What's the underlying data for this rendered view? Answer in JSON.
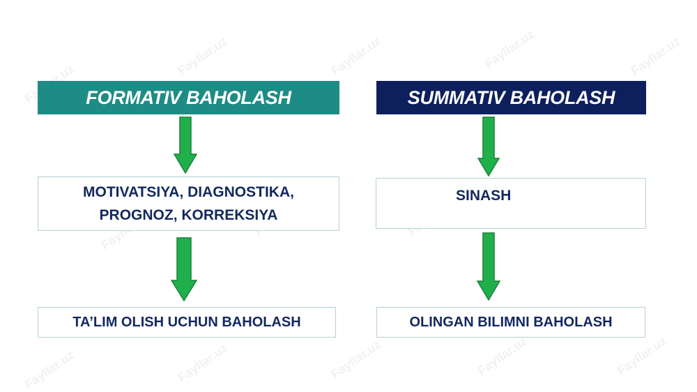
{
  "formative": {
    "title": "FORMATIV BAHOLASH",
    "middle_line1": "MOTIVATSIYA, DIAGNOSTIKA,",
    "middle_line2": "PROGNOZ, KORREKSIYA",
    "bottom": "TA’LIM OLISH UCHUN BAHOLASH"
  },
  "summative": {
    "title": "SUMMATIV BAHOLASH",
    "middle": "SINASH",
    "bottom": "OLINGAN BILIMNI BAHOLASH"
  },
  "watermark": {
    "text": "Fayllar.uz"
  },
  "colors": {
    "formative_header": "#1d8c85",
    "summative_header": "#0d1f5c",
    "box_text": "#13285e",
    "box_border": "#b7cfd6",
    "arrow_fill": "#20b04b",
    "arrow_stroke": "#1a7f3a"
  },
  "icons": {
    "arrow": "arrow-down-icon"
  }
}
